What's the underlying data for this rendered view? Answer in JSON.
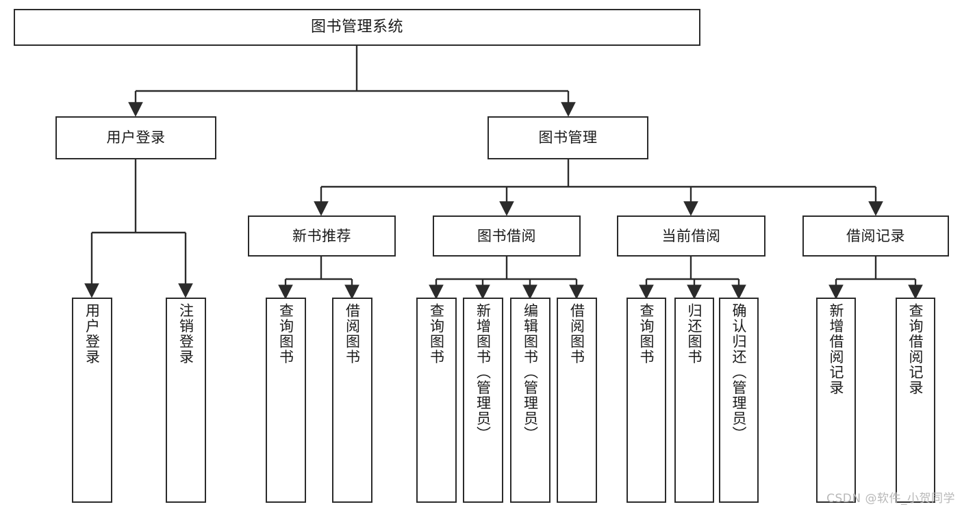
{
  "diagram": {
    "title": "图书管理系统",
    "type": "hierarchy-tree",
    "style": {
      "box_border_color": "#2b2b2b",
      "box_fill_color": "#ffffff",
      "line_color": "#2b2b2b",
      "background_color": "#ffffff",
      "watermark_color": "#b8b8b8"
    },
    "nodes": {
      "root": {
        "label": "图书管理系统"
      },
      "level1": [
        {
          "id": "user-login",
          "label": "用户登录"
        },
        {
          "id": "book-management",
          "label": "图书管理"
        }
      ],
      "level2": [
        {
          "id": "new-book-recommend",
          "label": "新书推荐"
        },
        {
          "id": "book-borrow",
          "label": "图书借阅"
        },
        {
          "id": "current-borrow",
          "label": "当前借阅"
        },
        {
          "id": "borrow-record",
          "label": "借阅记录"
        }
      ],
      "leaves": {
        "user-login": [
          {
            "id": "leaf-user-login",
            "label": "用户登录"
          },
          {
            "id": "leaf-logout-login",
            "label": "注销登录"
          }
        ],
        "new-book-recommend": [
          {
            "id": "leaf-query-book-1",
            "label": "查询图书"
          },
          {
            "id": "leaf-borrow-book-1",
            "label": "借阅图书"
          }
        ],
        "book-borrow": [
          {
            "id": "leaf-query-book-2",
            "label": "查询图书"
          },
          {
            "id": "leaf-add-book",
            "label": "新增图书（管理员）"
          },
          {
            "id": "leaf-edit-book",
            "label": "编辑图书（管理员）"
          },
          {
            "id": "leaf-borrow-book-2",
            "label": "借阅图书"
          }
        ],
        "current-borrow": [
          {
            "id": "leaf-query-book-3",
            "label": "查询图书"
          },
          {
            "id": "leaf-return-book",
            "label": "归还图书"
          },
          {
            "id": "leaf-confirm-return",
            "label": "确认归还（管理员）"
          }
        ],
        "borrow-record": [
          {
            "id": "leaf-add-record",
            "label": "新增借阅记录"
          },
          {
            "id": "leaf-query-record",
            "label": "查询借阅记录"
          }
        ]
      }
    },
    "watermark": "CSDN @软件_小贺同学"
  }
}
